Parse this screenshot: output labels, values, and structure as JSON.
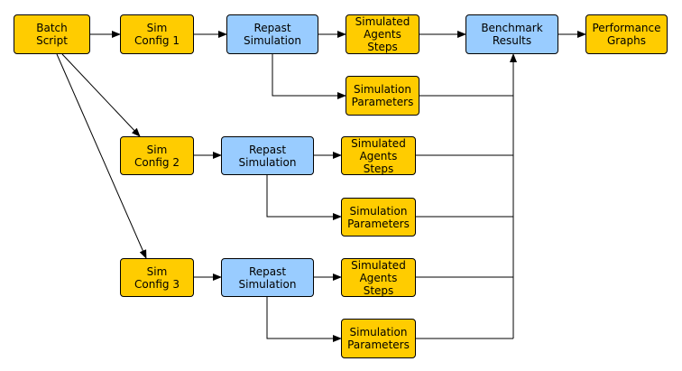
{
  "colors": {
    "config": "#ffcc00",
    "simulation": "#99ccff",
    "border": "#000000",
    "line": "#000000"
  },
  "nodes": {
    "batch": "Batch\nScript",
    "cfg1": "Sim\nConfig 1",
    "cfg2": "Sim\nConfig 2",
    "cfg3": "Sim\nConfig 3",
    "sim1": "Repast\nSimulation",
    "sim2": "Repast\nSimulation",
    "sim3": "Repast\nSimulation",
    "agents1": "Simulated\nAgents\nSteps",
    "agents2": "Simulated\nAgents\nSteps",
    "agents3": "Simulated\nAgents\nSteps",
    "params1": "Simulation\nParameters",
    "params2": "Simulation\nParameters",
    "params3": "Simulation\nParameters",
    "bench": "Benchmark\nResults",
    "graphs": "Performance\nGraphs"
  }
}
